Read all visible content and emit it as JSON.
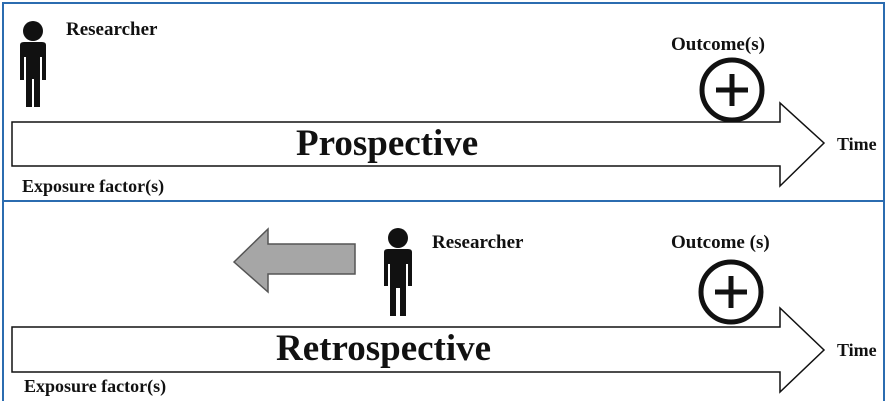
{
  "colors": {
    "frame": "#2b6cb0",
    "ink": "#111111",
    "back_arrow_fill": "#a6a6a6"
  },
  "top_panel": {
    "researcher_label": "Researcher",
    "outcome_label": "Outcome(s)",
    "arrow_label": "Prospective",
    "time_label": "Time",
    "exposure_label": "Exposure factor(s)"
  },
  "bottom_panel": {
    "researcher_label": "Researcher",
    "outcome_label": "Outcome (s)",
    "arrow_label": "Retrospective",
    "time_label": "Time",
    "exposure_label": "Exposure factor(s)"
  },
  "icons": {
    "researcher": "person-icon",
    "outcome": "plus-circle-icon",
    "look_back": "left-arrow-icon"
  }
}
